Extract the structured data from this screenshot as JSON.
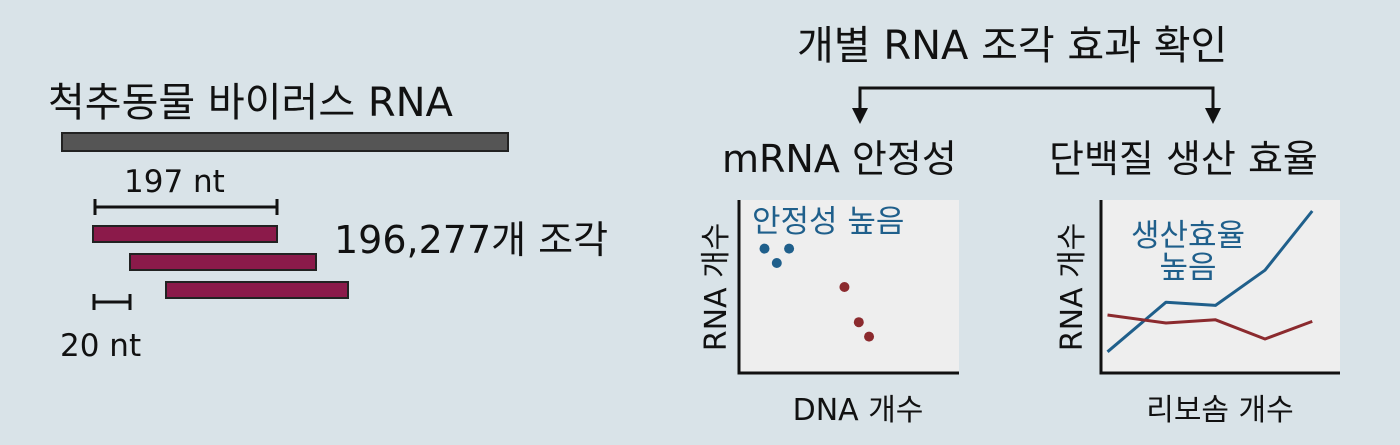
{
  "left": {
    "title": "척추동물 바이러스 RNA",
    "fragment_length_label": "197 nt",
    "fragment_count_label": "196,277개 조각",
    "overlap_label": "20 nt"
  },
  "right": {
    "title": "개별 RNA 조각 효과 확인",
    "panels": [
      {
        "title": "mRNA 안정성",
        "xlabel": "DNA 개수",
        "ylabel": "RNA 개수",
        "annotation": "안정성 높음"
      },
      {
        "title": "단백질 생산 효율",
        "xlabel": "리보솜 개수",
        "ylabel": "RNA 개수",
        "annotation_line1": "생산효율",
        "annotation_line2": "높음"
      }
    ]
  },
  "colors": {
    "background": "#d9e3e8",
    "genome_bar": "#555555",
    "fragment": "#8b1a4a",
    "blue": "#1f5f8b",
    "red": "#8b2a2e",
    "plot_bg": "#eeeeee"
  },
  "chart_data": [
    {
      "type": "scatter",
      "xlabel": "DNA 개수",
      "ylabel": "RNA 개수",
      "xlim": [
        0,
        10
      ],
      "ylim": [
        0,
        10
      ],
      "series": [
        {
          "color": "#1f5f8b",
          "x": [
            1.0,
            1.6,
            2.2
          ],
          "y": [
            7.4,
            6.5,
            7.4
          ]
        },
        {
          "color": "#8b2a2e",
          "x": [
            4.9,
            5.6,
            6.1
          ],
          "y": [
            5.0,
            2.8,
            1.9
          ]
        }
      ]
    },
    {
      "type": "line",
      "xlabel": "리보솜 개수",
      "ylabel": "RNA 개수",
      "xlim": [
        0,
        10
      ],
      "ylim": [
        0,
        10
      ],
      "series": [
        {
          "color": "#1f5f8b",
          "x": [
            0.2,
            2.8,
            5.0,
            7.2,
            9.3
          ],
          "y": [
            1.2,
            4.3,
            4.1,
            6.3,
            10.0
          ]
        },
        {
          "color": "#8b2a2e",
          "x": [
            0.2,
            2.8,
            5.0,
            7.2,
            9.3
          ],
          "y": [
            3.5,
            3.0,
            3.2,
            2.0,
            3.1
          ]
        }
      ]
    }
  ]
}
